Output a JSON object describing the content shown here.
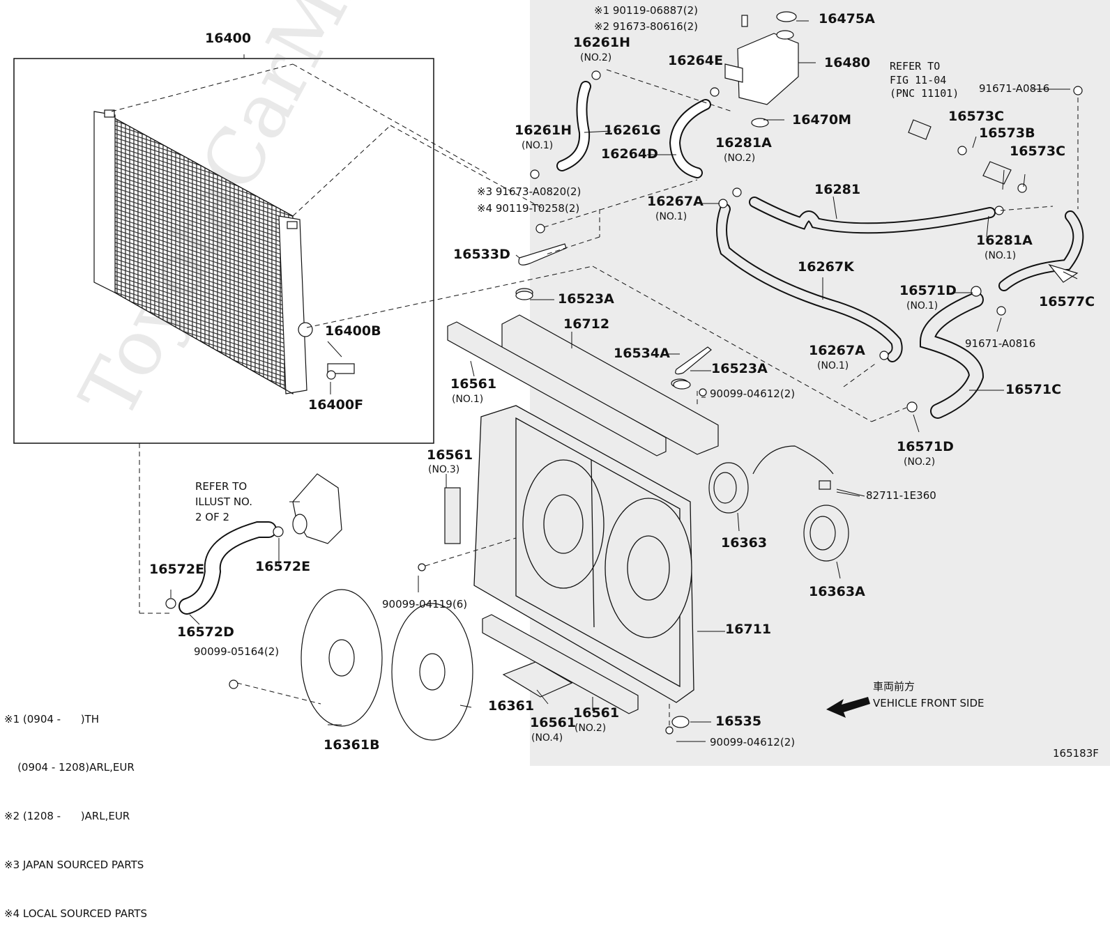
{
  "diagram_id": "165183F",
  "watermark": "ToyotaCarMine.ru",
  "labels": {
    "l16400": "16400",
    "l16400B": "16400B",
    "l16400F": "16400F",
    "l16261H_2": "16261H",
    "l16261H_2_sub": "(NO.2)",
    "l16261H_1": "16261H",
    "l16261H_1_sub": "(NO.1)",
    "l16261G": "16261G",
    "l16264D": "16264D",
    "l16264E": "16264E",
    "l16475A": "16475A",
    "l16480": "16480",
    "l16470M": "16470M",
    "l16281A_2": "16281A",
    "l16281A_2_sub": "(NO.2)",
    "l16281": "16281",
    "l16267A_1": "16267A",
    "l16267A_1_sub": "(NO.1)",
    "l16267K": "16267K",
    "l16267A_b": "16267A",
    "l16267A_b_sub": "(NO.1)",
    "l16533D": "16533D",
    "l16523A_a": "16523A",
    "l16712": "16712",
    "l16534A": "16534A",
    "l16523A_b": "16523A",
    "l16561_1": "16561",
    "l16561_1_sub": "(NO.1)",
    "l16561_3": "16561",
    "l16561_3_sub": "(NO.3)",
    "l16561_4": "16561",
    "l16561_4_sub": "(NO.4)",
    "l16561_2": "16561",
    "l16561_2_sub": "(NO.2)",
    "l16573C_a": "16573C",
    "l16573B": "16573B",
    "l16573C_b": "16573C",
    "l16281A_1": "16281A",
    "l16281A_1_sub": "(NO.1)",
    "l16571D_1": "16571D",
    "l16571D_1_sub": "(NO.1)",
    "l16577C": "16577C",
    "l16571C": "16571C",
    "l16571D_2": "16571D",
    "l16571D_2_sub": "(NO.2)",
    "l16363": "16363",
    "l16363A": "16363A",
    "l16711": "16711",
    "l16572E_a": "16572E",
    "l16572E_b": "16572E",
    "l16572D": "16572D",
    "l16361": "16361",
    "l16361B": "16361B",
    "l16535": "16535"
  },
  "parts_text": {
    "p90119_06887": "※1 90119-06887(2)",
    "p91673_80616": "※2 91673-80616(2)",
    "p91673_A0820": "※3 91673-A0820(2)",
    "p90119_T0258": "※4 90119-T0258(2)",
    "p91671_A0816_a": "91671-A0816",
    "p91671_A0816_b": "91671-A0816",
    "p90099_04612_a": "90099-04612(2)",
    "p90099_04612_b": "90099-04612(2)",
    "p82711_1E360": "82711-1E360",
    "p90099_04119": "90099-04119(6)",
    "p90099_05164": "90099-05164(2)"
  },
  "refer_fig": "REFER TO\nFIG 11-04\n(PNC 11101)",
  "refer_illust": "REFER TO\nILLUST NO.\n2 OF 2",
  "vehicle_front": {
    "jp": "車両前方",
    "en": "VEHICLE FRONT SIDE"
  },
  "notes": [
    "※1 (0904 -      )TH",
    "    (0904 - 1208)ARL,EUR",
    "※2 (1208 -      )ARL,EUR",
    "※3 JAPAN SOURCED PARTS",
    "※4 LOCAL SOURCED PARTS"
  ]
}
